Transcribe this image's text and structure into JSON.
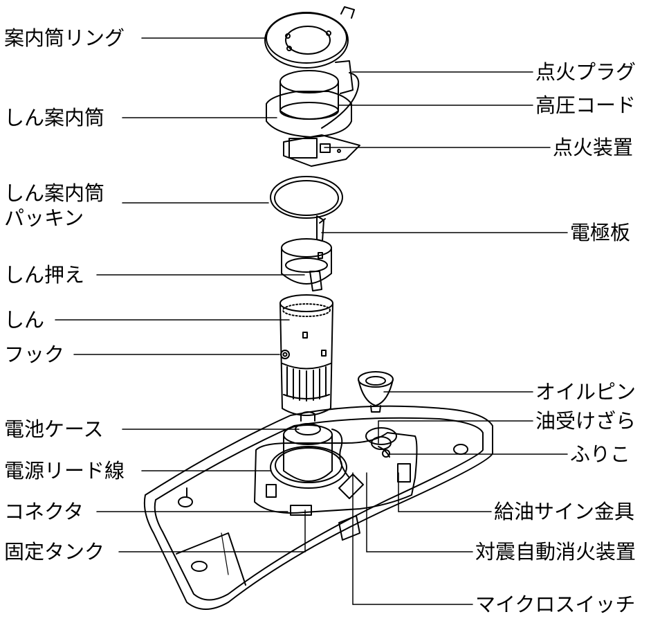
{
  "diagram": {
    "labels": {
      "annaitou_ring": "案内筒リング",
      "shin_annaitou": "しん案内筒",
      "packing_line1": "しん案内筒",
      "packing_line2": "パッキン",
      "shin_osae": "しん押え",
      "shin": "しん",
      "hook": "フック",
      "battery_case": "電池ケース",
      "power_lead": "電源リード線",
      "connector": "コネクタ",
      "fixed_tank": "固定タンク",
      "ignition_plug": "点火プラグ",
      "high_voltage_cord": "高圧コード",
      "ignition_device": "点火装置",
      "electrode_plate": "電極板",
      "oil_pin": "オイルピン",
      "oil_tray": "油受けざら",
      "furiko": "ふりこ",
      "fill_sign_bracket": "給油サイン金具",
      "quake_extinguisher": "対震自動消火装置",
      "micro_switch": "マイクロスイッチ"
    }
  }
}
